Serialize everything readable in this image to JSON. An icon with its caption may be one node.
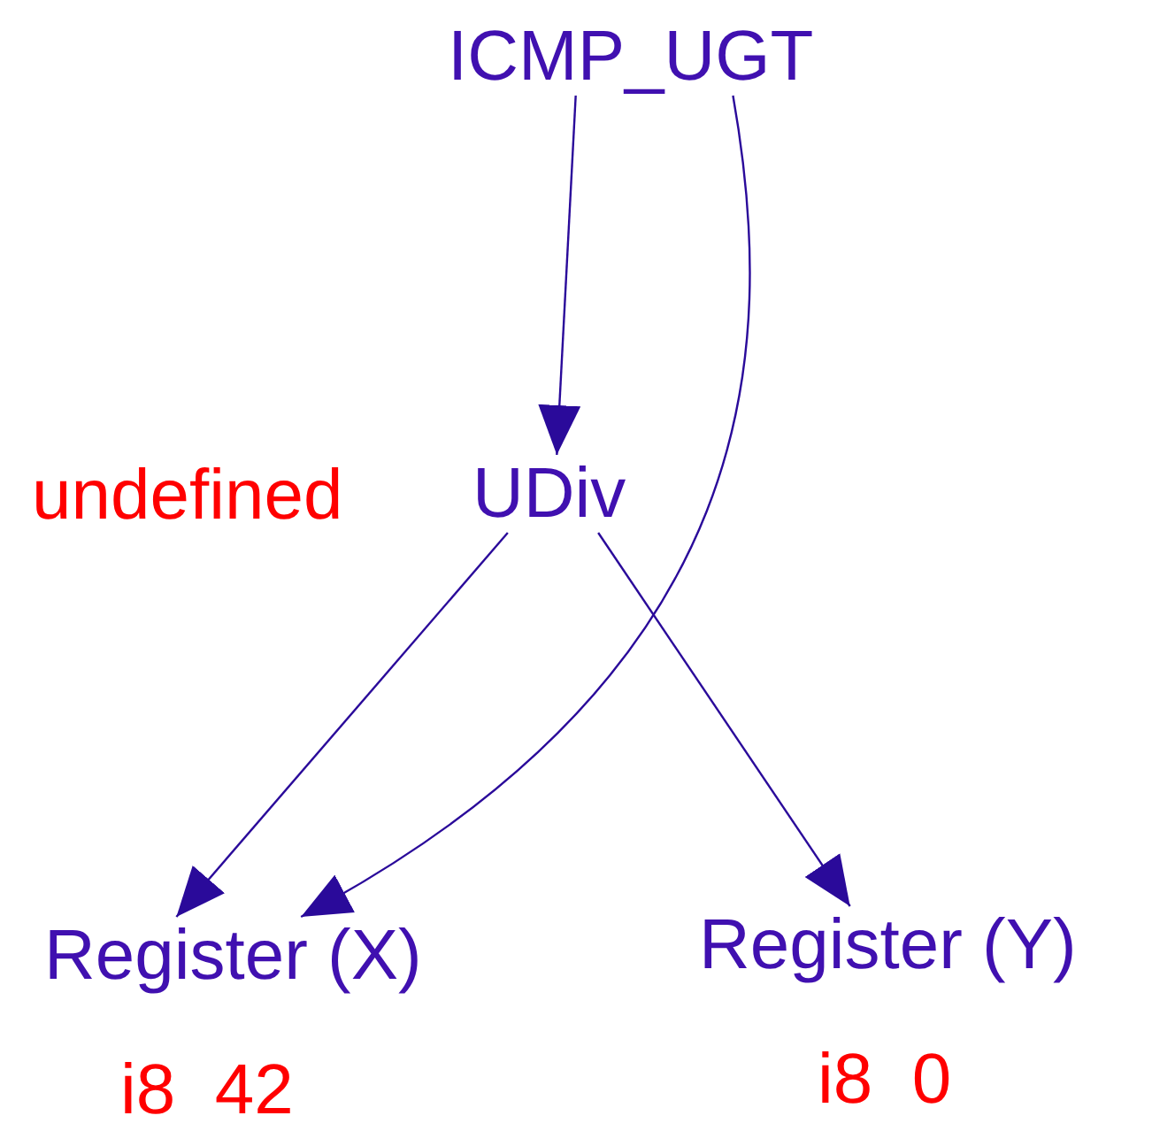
{
  "diagram": {
    "nodes": [
      {
        "text": [
          "ICMP_UGT"
        ]
      },
      {
        "text": [
          "UDiv"
        ],
        "beside": [
          "undefined"
        ]
      },
      {
        "text": [
          "Register (X)"
        ],
        "beside": [
          "i8  42"
        ]
      },
      {
        "text": [
          "Register (Y)"
        ],
        "beside": [
          "i8  0"
        ]
      }
    ],
    "edges": [
      {
        "from": 0,
        "to": 1,
        "arrow": "to"
      },
      {
        "from": 0,
        "to": 2,
        "arrow": "to"
      },
      {
        "from": 1,
        "to": 2,
        "arrow": "to"
      },
      {
        "from": 1,
        "to": 3,
        "arrow": "to"
      }
    ]
  }
}
